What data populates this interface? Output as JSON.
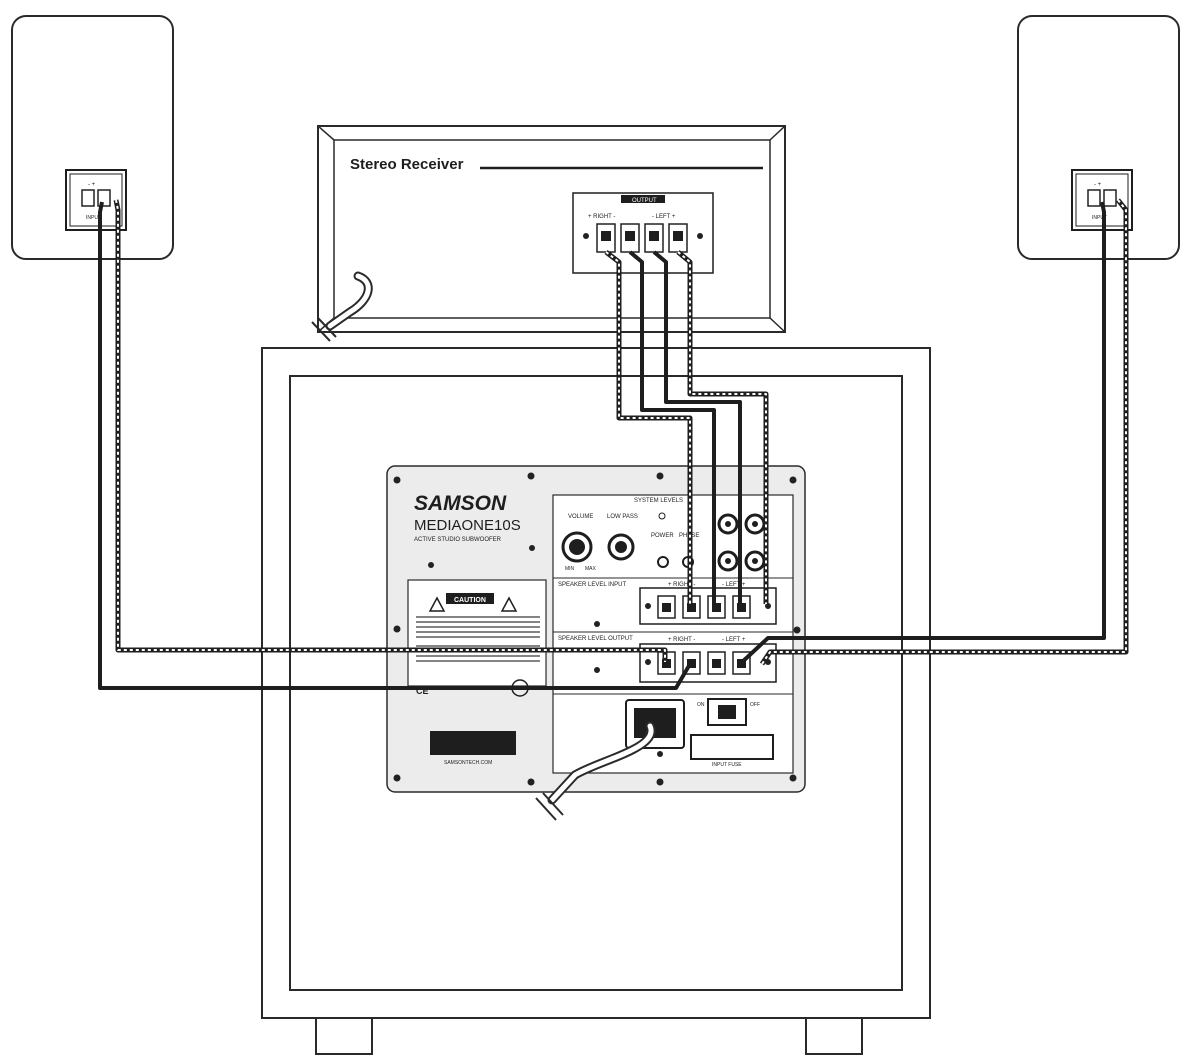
{
  "receiver": {
    "label": "Stereo Receiver",
    "output_label": "OUTPUT",
    "right_label": "+ RIGHT -",
    "left_label": "- LEFT +"
  },
  "speakers": {
    "left": {
      "polarity": "- +",
      "input_label": "INPUT"
    },
    "right": {
      "polarity": "- +",
      "input_label": "INPUT"
    }
  },
  "subwoofer": {
    "brand": "SAMSON",
    "model": "MEDIAONE10S",
    "subtitle": "ACTIVE STUDIO SUBWOOFER",
    "system_levels": "SYSTEM LEVELS",
    "volume": "VOLUME",
    "low_pass": "LOW PASS",
    "power": "POWER",
    "phase": "PHASE",
    "min": "MIN",
    "max": "MAX",
    "on": "ON",
    "off": "OFF",
    "caution": "CAUTION",
    "speaker_level_input": "SPEAKER LEVEL INPUT",
    "speaker_level_output": "SPEAKER LEVEL OUTPUT",
    "right_terms": "+ RIGHT -",
    "left_terms": "- LEFT +",
    "input_fuse": "INPUT FUSE",
    "website": "SAMSONTECH.COM"
  }
}
